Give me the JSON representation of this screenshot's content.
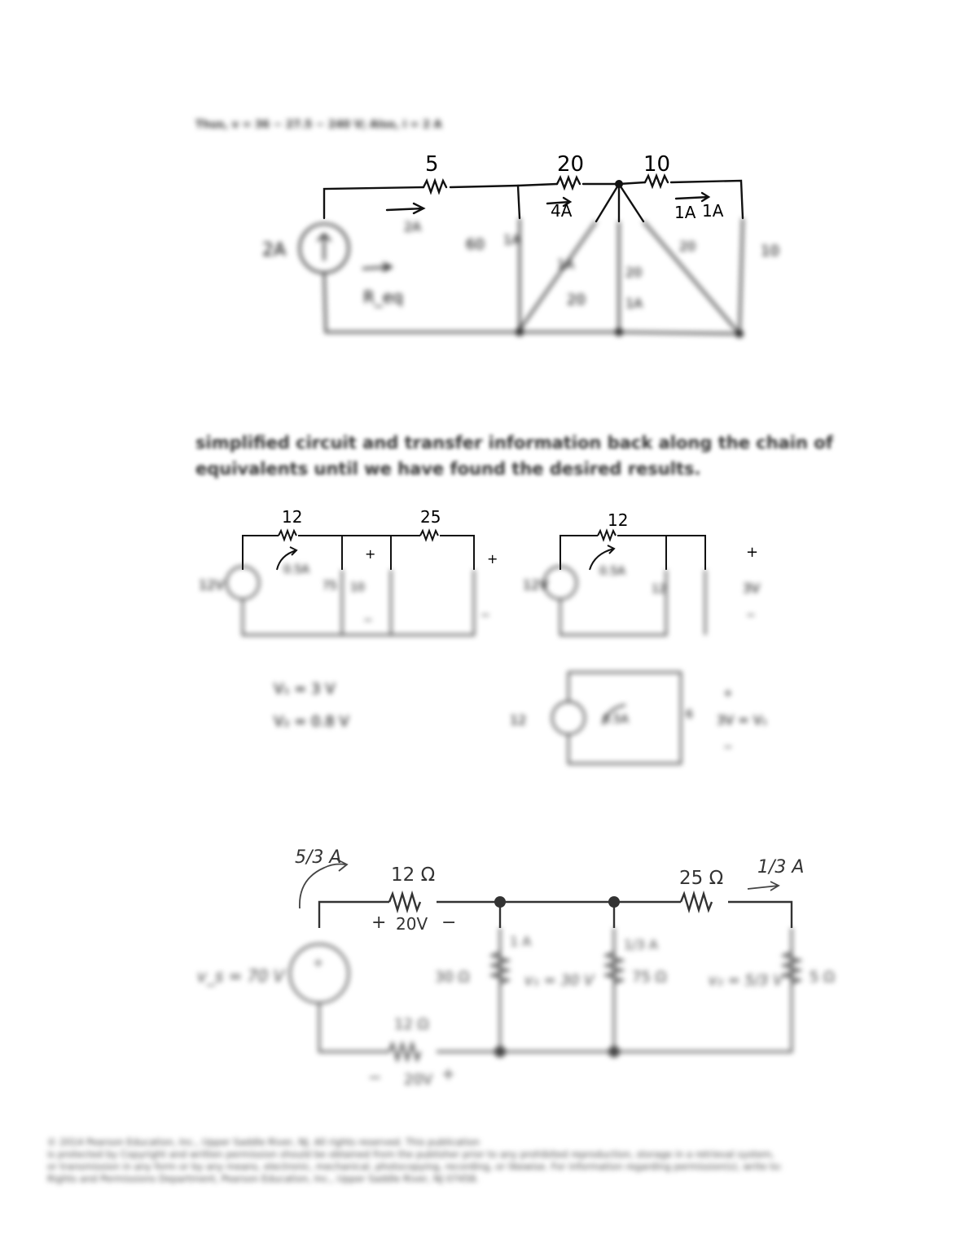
{
  "top_caption": "Thus, v = 36 − 27.5 − 240 V; Also, i = 2 A",
  "circuit1": {
    "labels": {
      "r_top_left": "5",
      "r_top_mid": "20",
      "r_top_right": "10",
      "i_top_mid": "4A",
      "i_right": "1A",
      "i_right2": "1A",
      "source": "2A",
      "shunt_left": "60",
      "shunt_left_i": "1A",
      "diag_left": "20",
      "diag_left_i": "1A",
      "center_r": "20",
      "center_i": "1A",
      "diag_right": "20",
      "right_r": "10",
      "i_eq": "2A",
      "r_eq": "R_eq"
    }
  },
  "mid_text": {
    "line1": "simplified circuit and transfer information back along the chain of",
    "line2": "equivalents until we have found the desired results."
  },
  "circuit2": {
    "left": {
      "r1": "12",
      "r2": "25",
      "source": "12V",
      "loop_i": "0.5A",
      "r_mid": "75",
      "plus1": "+",
      "minus1": "−",
      "plus2": "+",
      "minus2": "−",
      "r_shunt": "10",
      "note1": "V₁ = 3 V",
      "note2": "V₂ = 0.8 V"
    },
    "right": {
      "r1": "12",
      "source": "12V",
      "loop_i": "0.5A",
      "r_mid": "12",
      "plus": "+",
      "minus": "−",
      "vout": "3V",
      "bottom_source": "12",
      "bottom_loop_i": "0.5A",
      "bottom_r": "6",
      "bottom_vout": "3V = V₁",
      "bottom_plus": "+",
      "bottom_minus": "−"
    }
  },
  "circuit3": {
    "i_in": "5/3 A",
    "r_top_left": "12 Ω",
    "r_top_right": "25 Ω",
    "i_out": "1/3 A",
    "v_r12_plus": "+",
    "v_r12": "20V",
    "v_r12_minus": "−",
    "source_label": "v_s = 70 V",
    "r_shunt1": "30 Ω",
    "i_shunt1": "1 A",
    "v1_label": "v₁ = 30 V",
    "r_shunt2": "75 Ω",
    "i_shunt2": "1/3 A",
    "v2_label": "v₂ = 5/3 V",
    "r_last": "5 Ω",
    "r_bottom": "12 Ω",
    "v_bottom": "20V",
    "plus": "+",
    "minus": "−"
  },
  "footer": {
    "line1": "© 2014 Pearson Education, Inc., Upper Saddle River, NJ. All rights reserved. This publication",
    "line2": "is protected by Copyright and written permission should be obtained from the publisher prior to any prohibited reproduction, storage in a retrieval system,",
    "line3": "or transmission in any form or by any means, electronic, mechanical, photocopying, recording, or likewise. For information regarding permission(s), write to:",
    "line4": "Rights and Permissions Department, Pearson Education, Inc., Upper Saddle River, NJ 07458."
  }
}
